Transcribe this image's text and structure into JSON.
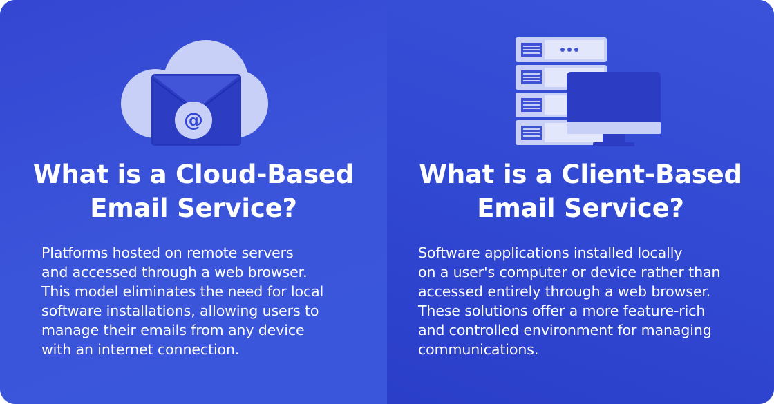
{
  "cards": [
    {
      "icon": "cloud-email-icon",
      "icon_glyph": "@",
      "title_lines": [
        "What is a Cloud-Based",
        "Email Service?"
      ],
      "body_lines": [
        "Platforms hosted on remote servers",
        "and accessed through a web browser.",
        "This model eliminates the need for local",
        "software installations, allowing users to",
        "manage their emails from any device",
        "with an internet connection."
      ]
    },
    {
      "icon": "server-desktop-icon",
      "title_lines": [
        "What is a Client-Based",
        "Email Service?"
      ],
      "body_lines": [
        "Software applications installed locally",
        "on a user's computer or device rather than",
        "accessed entirely through a web browser.",
        "These solutions offer a more feature-rich",
        "and controlled environment for managing",
        "communications."
      ]
    }
  ],
  "colors": {
    "background": "#3446d4",
    "icon_light": "#c9d0f7",
    "icon_dark": "#2c3dc4",
    "text": "#ffffff"
  }
}
